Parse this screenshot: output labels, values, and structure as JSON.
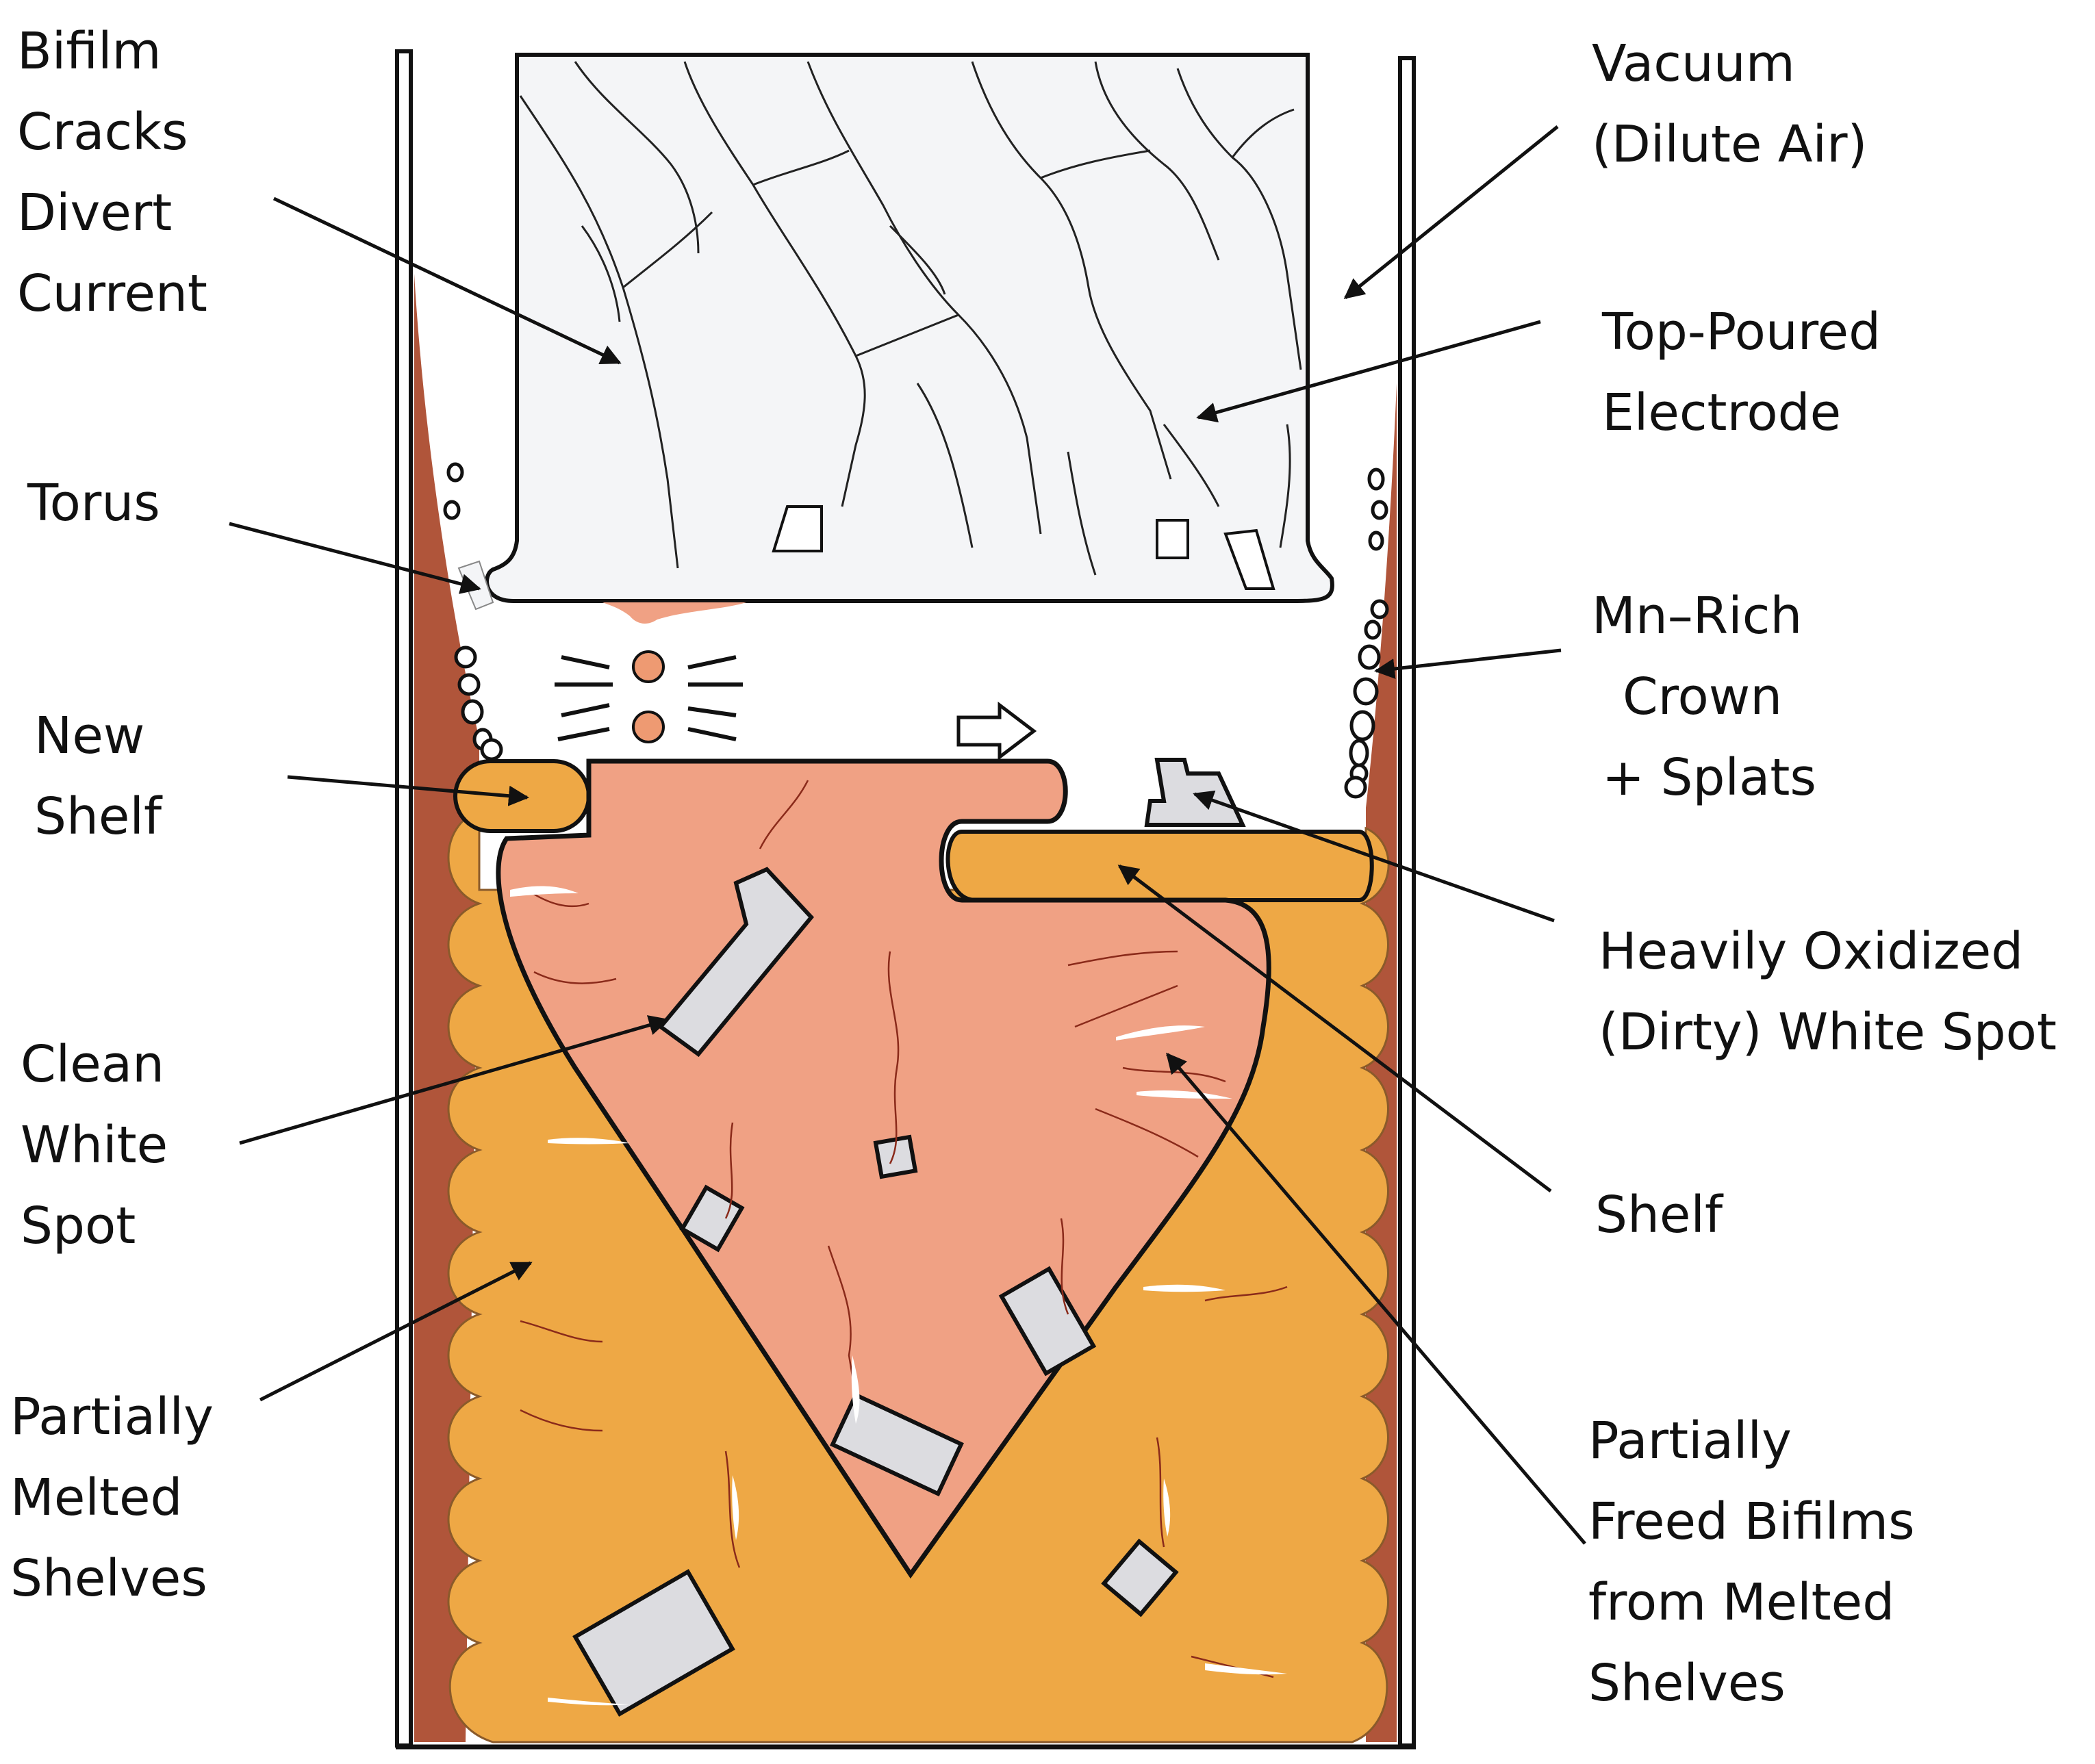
{
  "labels": {
    "bifilm_cracks": [
      "Bifilm",
      "Cracks",
      "Divert",
      "Current"
    ],
    "vacuum": [
      "Vacuum",
      "(Dilute Air)"
    ],
    "top_poured_electrode": [
      "Top-Poured",
      "Electrode"
    ],
    "torus": [
      "Torus"
    ],
    "mn_rich_crown": [
      "Mn–Rich",
      "Crown",
      "+ Splats"
    ],
    "new_shelf": [
      "New",
      "Shelf"
    ],
    "heavily_oxidized": [
      "Heavily Oxidized",
      "(Dirty) White Spot"
    ],
    "clean_white_spot": [
      "Clean",
      "White",
      "Spot"
    ],
    "shelf": [
      "Shelf"
    ],
    "partially_melted_shelves": [
      "Partially",
      "Melted",
      "Shelves"
    ],
    "partially_freed_bifilms": [
      "Partially",
      "Freed Bifilms",
      "from Melted",
      "Shelves"
    ]
  },
  "colors": {
    "crucible_wall": "#111111",
    "skull": "#b0553a",
    "shelves": "#eea845",
    "melt_pool": "#f0a184",
    "electrode": "#f4f5f7",
    "white_spot": "#dcdce0",
    "crack_lines": "#222222"
  },
  "icons": {
    "arc_droplet": "droplet-with-sparks-icon",
    "flow_arrow": "hollow-right-arrow-icon"
  }
}
